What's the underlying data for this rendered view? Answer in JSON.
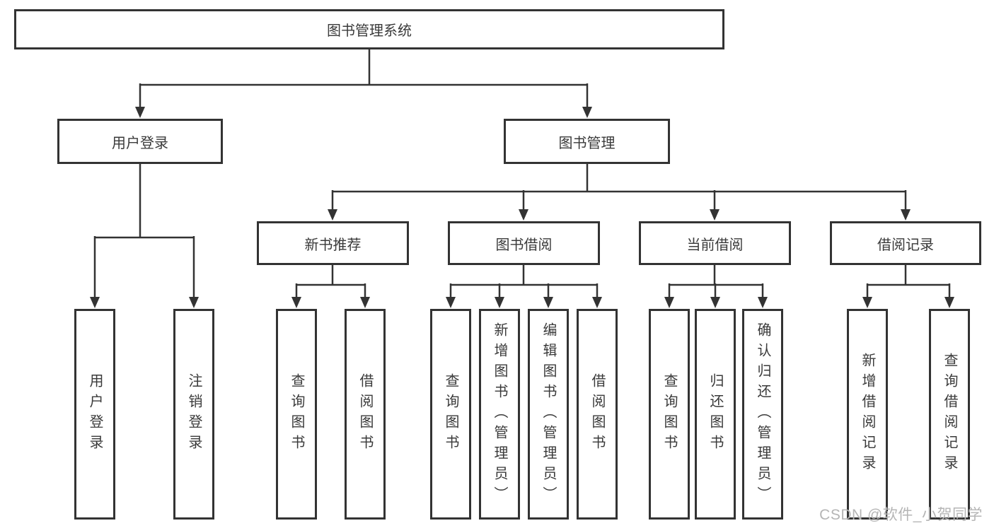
{
  "watermark": "CSDN @软件_小贺同学",
  "colors": {
    "line": "#333333",
    "text": "#3a3a3a",
    "background": "#ffffff",
    "watermark": "#b5b5b5"
  },
  "tree": {
    "root": "图书管理系统",
    "user_login": {
      "label": "用户登录",
      "children": {
        "login": "用户登录",
        "logout": "注销登录"
      }
    },
    "book_management": {
      "label": "图书管理",
      "new_book_recommend": {
        "label": "新书推荐",
        "children": {
          "query_books": "查询图书",
          "borrow_books": "借阅图书"
        }
      },
      "book_borrowing": {
        "label": "图书借阅",
        "children": {
          "query_books": "查询图书",
          "add_book_admin": "新增图书（管理员）",
          "edit_book_admin": "编辑图书（管理员）",
          "borrow_books": "借阅图书"
        }
      },
      "current_borrowing": {
        "label": "当前借阅",
        "children": {
          "query_books": "查询图书",
          "return_book": "归还图书",
          "confirm_return_admin": "确认归还（管理员）"
        }
      },
      "borrowing_records": {
        "label": "借阅记录",
        "children": {
          "add_record": "新增借阅记录",
          "query_record": "查询借阅记录"
        }
      }
    }
  }
}
